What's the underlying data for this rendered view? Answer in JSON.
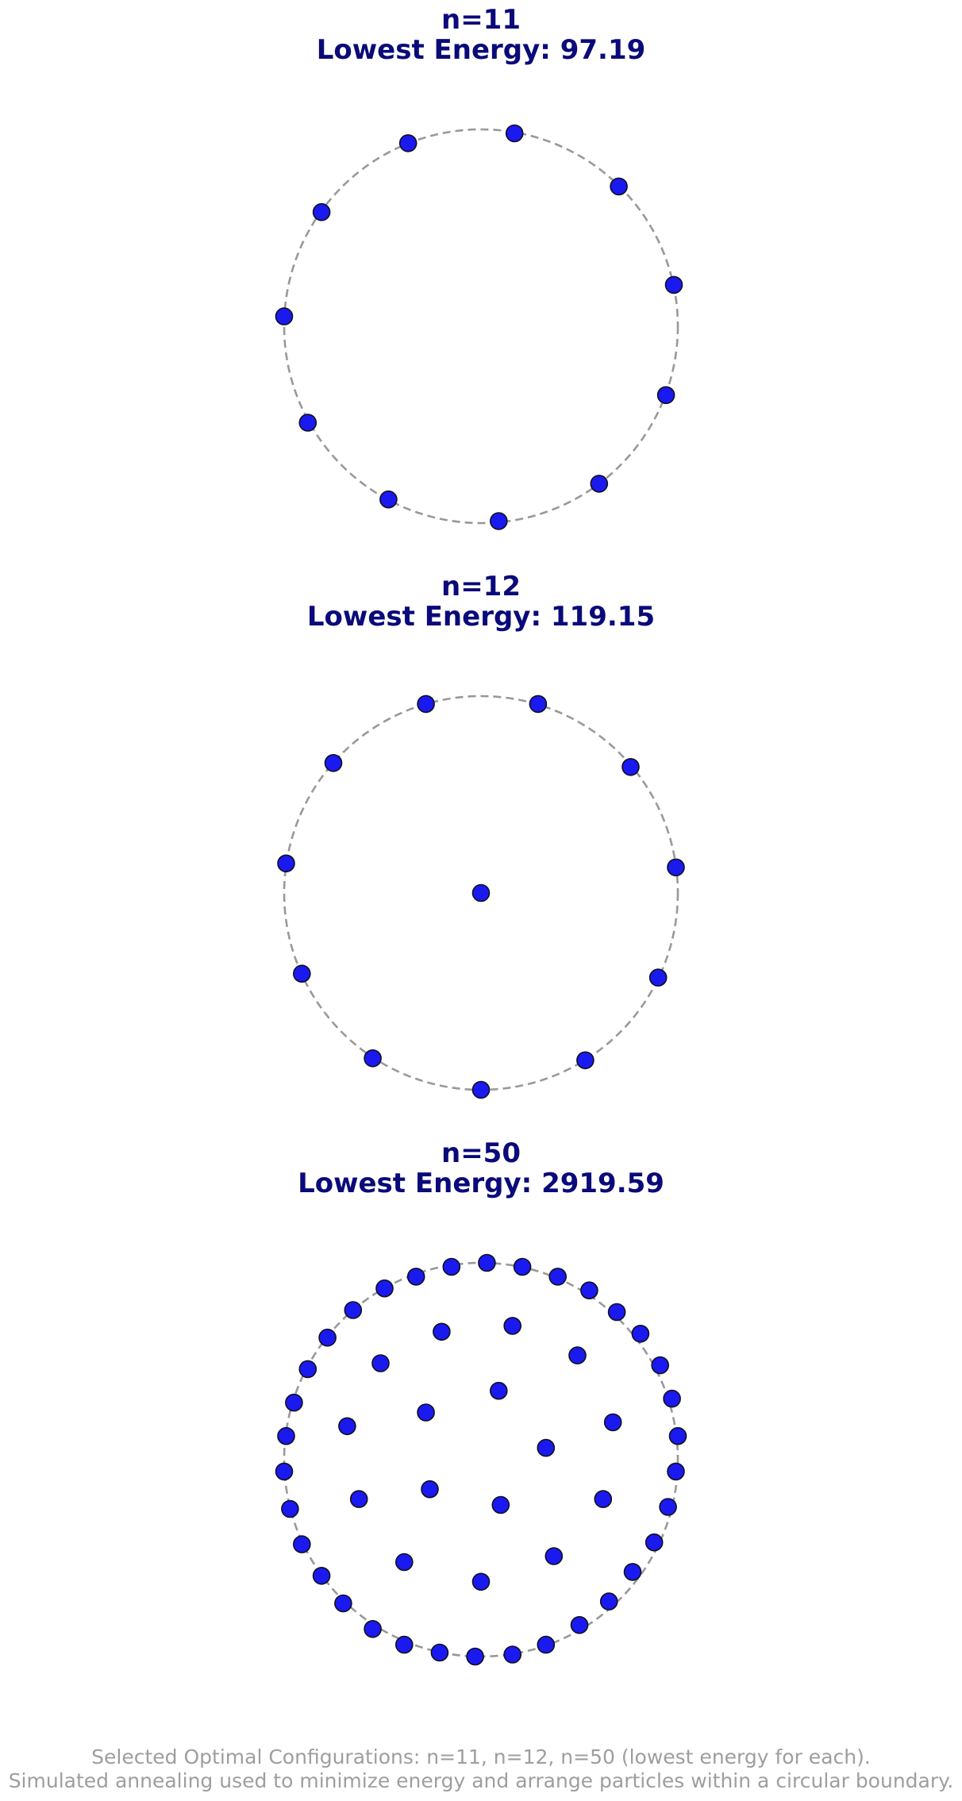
{
  "colors": {
    "title": "#0a0a7a",
    "particle_fill": "#1a1af0",
    "particle_edge": "#101020",
    "boundary": "#999999",
    "caption": "#9e9e9e"
  },
  "chart_data": [
    {
      "type": "scatter",
      "title_line1": "n=11",
      "title_line2": "Lowest Energy: 97.19",
      "boundary": "circle",
      "axes_visible": false,
      "xlim": [
        -1.05,
        1.05
      ],
      "ylim": [
        -1.05,
        1.05
      ],
      "points": [
        [
          0.17,
          0.98
        ],
        [
          0.7,
          0.71
        ],
        [
          0.98,
          0.21
        ],
        [
          0.94,
          -0.35
        ],
        [
          0.6,
          -0.8
        ],
        [
          0.09,
          -0.99
        ],
        [
          -0.47,
          -0.88
        ],
        [
          -0.88,
          -0.49
        ],
        [
          -1.0,
          0.05
        ],
        [
          -0.81,
          0.58
        ],
        [
          -0.37,
          0.93
        ]
      ]
    },
    {
      "type": "scatter",
      "title_line1": "n=12",
      "title_line2": "Lowest Energy: 119.15",
      "boundary": "circle",
      "axes_visible": false,
      "xlim": [
        -1.05,
        1.05
      ],
      "ylim": [
        -1.05,
        1.05
      ],
      "points": [
        [
          0.29,
          0.96
        ],
        [
          0.76,
          0.64
        ],
        [
          0.99,
          0.13
        ],
        [
          0.9,
          -0.43
        ],
        [
          0.53,
          -0.85
        ],
        [
          0.0,
          -1.0
        ],
        [
          -0.55,
          -0.84
        ],
        [
          -0.91,
          -0.41
        ],
        [
          -0.99,
          0.15
        ],
        [
          -0.75,
          0.66
        ],
        [
          -0.28,
          0.96
        ],
        [
          0.0,
          0.0
        ]
      ]
    },
    {
      "type": "scatter",
      "title_line1": "n=50",
      "title_line2": "Lowest Energy: 2919.59",
      "boundary": "circle",
      "axes_visible": false,
      "xlim": [
        -1.05,
        1.05
      ],
      "ylim": [
        -1.05,
        1.05
      ],
      "points": [
        [
          0.03,
          1.0
        ],
        [
          0.21,
          0.98
        ],
        [
          0.39,
          0.93
        ],
        [
          0.55,
          0.86
        ],
        [
          0.69,
          0.75
        ],
        [
          0.81,
          0.64
        ],
        [
          0.91,
          0.48
        ],
        [
          0.97,
          0.31
        ],
        [
          1.0,
          0.12
        ],
        [
          0.99,
          -0.06
        ],
        [
          0.95,
          -0.24
        ],
        [
          0.88,
          -0.42
        ],
        [
          0.77,
          -0.57
        ],
        [
          0.65,
          -0.72
        ],
        [
          0.5,
          -0.84
        ],
        [
          0.33,
          -0.94
        ],
        [
          0.16,
          -0.99
        ],
        [
          -0.03,
          -1.0
        ],
        [
          -0.21,
          -0.98
        ],
        [
          -0.39,
          -0.94
        ],
        [
          -0.55,
          -0.86
        ],
        [
          -0.7,
          -0.73
        ],
        [
          -0.81,
          -0.59
        ],
        [
          -0.91,
          -0.43
        ],
        [
          -0.97,
          -0.25
        ],
        [
          -1.0,
          -0.06
        ],
        [
          -0.99,
          0.12
        ],
        [
          -0.95,
          0.29
        ],
        [
          -0.88,
          0.46
        ],
        [
          -0.78,
          0.62
        ],
        [
          -0.65,
          0.76
        ],
        [
          -0.49,
          0.87
        ],
        [
          -0.33,
          0.93
        ],
        [
          -0.15,
          0.98
        ],
        [
          0.16,
          0.68
        ],
        [
          -0.2,
          0.65
        ],
        [
          0.49,
          0.53
        ],
        [
          -0.51,
          0.49
        ],
        [
          0.09,
          0.35
        ],
        [
          0.67,
          0.19
        ],
        [
          -0.28,
          0.24
        ],
        [
          -0.68,
          0.17
        ],
        [
          0.33,
          0.06
        ],
        [
          -0.26,
          -0.15
        ],
        [
          -0.62,
          -0.2
        ],
        [
          0.1,
          -0.23
        ],
        [
          0.62,
          -0.2
        ],
        [
          0.37,
          -0.49
        ],
        [
          -0.39,
          -0.52
        ],
        [
          0.0,
          -0.62
        ]
      ]
    }
  ],
  "caption": {
    "line1": "Selected Optimal Configurations: n=11, n=12, n=50 (lowest energy for each).",
    "line2": "Simulated annealing used to minimize energy and arrange particles within a circular boundary."
  }
}
